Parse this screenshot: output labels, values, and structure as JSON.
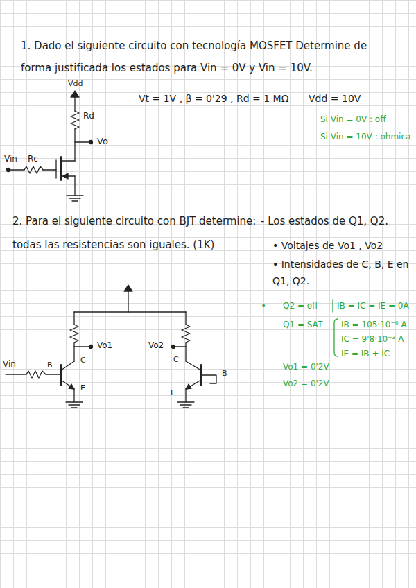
{
  "diagram": {
    "labels": [
      "1. Dado el siguiente circuito con tecnología MOSFET Determine de forma justificada los estados para Vin = 0V y Vin = 10V.",
      "Vdd",
      "Rd",
      "Vo",
      "Vin",
      "Rc",
      "Vt = 1V , β = 0'29 , Rd = 1 MΩ",
      "Vdd = 10V",
      "Si Vin = 0V : off",
      "Si Vin = 10V : ohmica",
      "2. Para el siguiente circuito con BJT determine:",
      "- Los estados de Q1, Q2.",
      "todas las resistencias son iguales. (1K)",
      "• Voltajes de Vo1 , Vo2",
      "• Intensidades de C, B, E en Q1, Q2.",
      "Vo1",
      "Vo2",
      "Vin",
      "B",
      "C",
      "E",
      "C",
      "B",
      "E",
      "•",
      "Q2 = off",
      "IB = IC = IE = 0A",
      "Q1 = SAT",
      "IB = 105·10⁻⁶ A",
      "IC = 9'8·10⁻³ A",
      "IE = IB + IC",
      "Vo1 = 0'2V",
      "Vo2 = 0'2V"
    ]
  }
}
